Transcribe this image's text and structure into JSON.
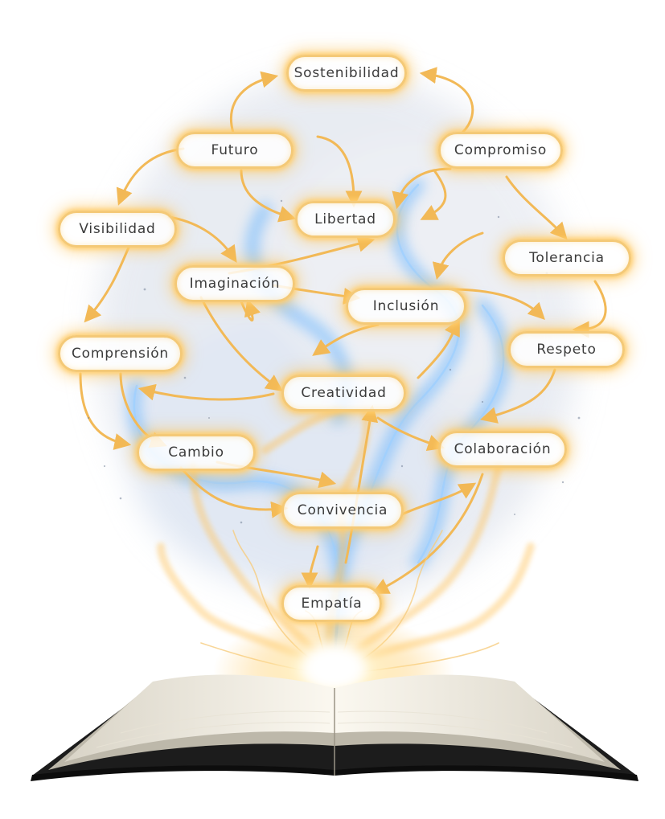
{
  "diagram": {
    "concepts": [
      {
        "id": "sostenibilidad",
        "label": "Sostenibilidad"
      },
      {
        "id": "futuro",
        "label": "Futuro"
      },
      {
        "id": "compromiso",
        "label": "Compromiso"
      },
      {
        "id": "libertad",
        "label": "Libertad"
      },
      {
        "id": "visibilidad",
        "label": "Visibilidad"
      },
      {
        "id": "tolerancia",
        "label": "Tolerancia"
      },
      {
        "id": "imaginacion",
        "label": "Imaginación"
      },
      {
        "id": "inclusion",
        "label": "Inclusión"
      },
      {
        "id": "comprension",
        "label": "Comprensión"
      },
      {
        "id": "respeto",
        "label": "Respeto"
      },
      {
        "id": "creatividad",
        "label": "Creatividad"
      },
      {
        "id": "colaboracion",
        "label": "Colaboración"
      },
      {
        "id": "cambio",
        "label": "Cambio"
      },
      {
        "id": "convivencia",
        "label": "Convivencia"
      },
      {
        "id": "empatia",
        "label": "Empatía"
      }
    ]
  },
  "colors": {
    "glow": "#ffd27a",
    "swirl": "#4aa3ff",
    "pill_border": "#f4c977",
    "text": "#3b3b3b",
    "book_cover": "#1c1c1c"
  },
  "icons": {
    "book": "open-book-icon"
  }
}
